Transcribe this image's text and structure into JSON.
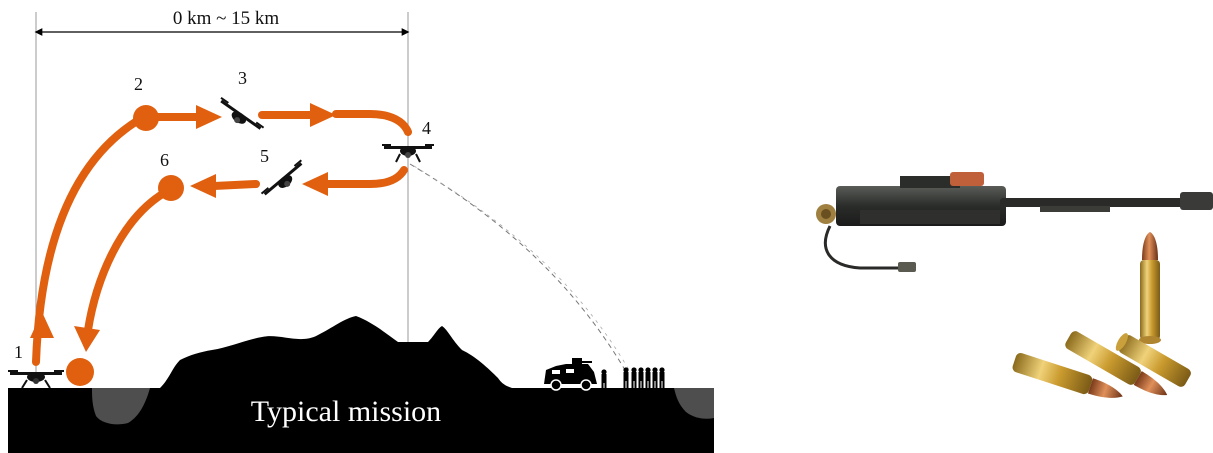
{
  "diagram": {
    "range_label": "0 km ~ 15 km",
    "mission_label": "Typical mission",
    "waypoints": [
      {
        "label": "1"
      },
      {
        "label": "2"
      },
      {
        "label": "3"
      },
      {
        "label": "4"
      },
      {
        "label": "5"
      },
      {
        "label": "6"
      }
    ],
    "colors": {
      "path": "#e0600f",
      "ground": "#000000",
      "guide": "#9a9a9a",
      "crater": "#555555"
    }
  },
  "photos": [
    {
      "subject": "heavy-machine-gun"
    },
    {
      "subject": "rifle-cartridges"
    }
  ]
}
